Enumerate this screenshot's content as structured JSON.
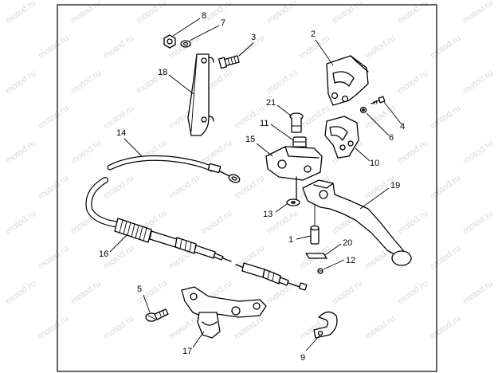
{
  "watermark": "motod.ru",
  "callouts": [
    {
      "id": "1",
      "label": "1"
    },
    {
      "id": "2",
      "label": "2"
    },
    {
      "id": "3",
      "label": "3"
    },
    {
      "id": "4",
      "label": "4"
    },
    {
      "id": "5",
      "label": "5"
    },
    {
      "id": "6",
      "label": "6"
    },
    {
      "id": "7",
      "label": "7"
    },
    {
      "id": "8",
      "label": "8"
    },
    {
      "id": "9",
      "label": "9"
    },
    {
      "id": "10",
      "label": "10"
    },
    {
      "id": "11",
      "label": "11"
    },
    {
      "id": "12",
      "label": "12"
    },
    {
      "id": "13",
      "label": "13"
    },
    {
      "id": "14",
      "label": "14"
    },
    {
      "id": "15",
      "label": "15"
    },
    {
      "id": "16",
      "label": "16"
    },
    {
      "id": "17",
      "label": "17"
    },
    {
      "id": "18",
      "label": "18"
    },
    {
      "id": "19",
      "label": "19"
    },
    {
      "id": "20",
      "label": "20"
    },
    {
      "id": "21",
      "label": "21"
    }
  ]
}
